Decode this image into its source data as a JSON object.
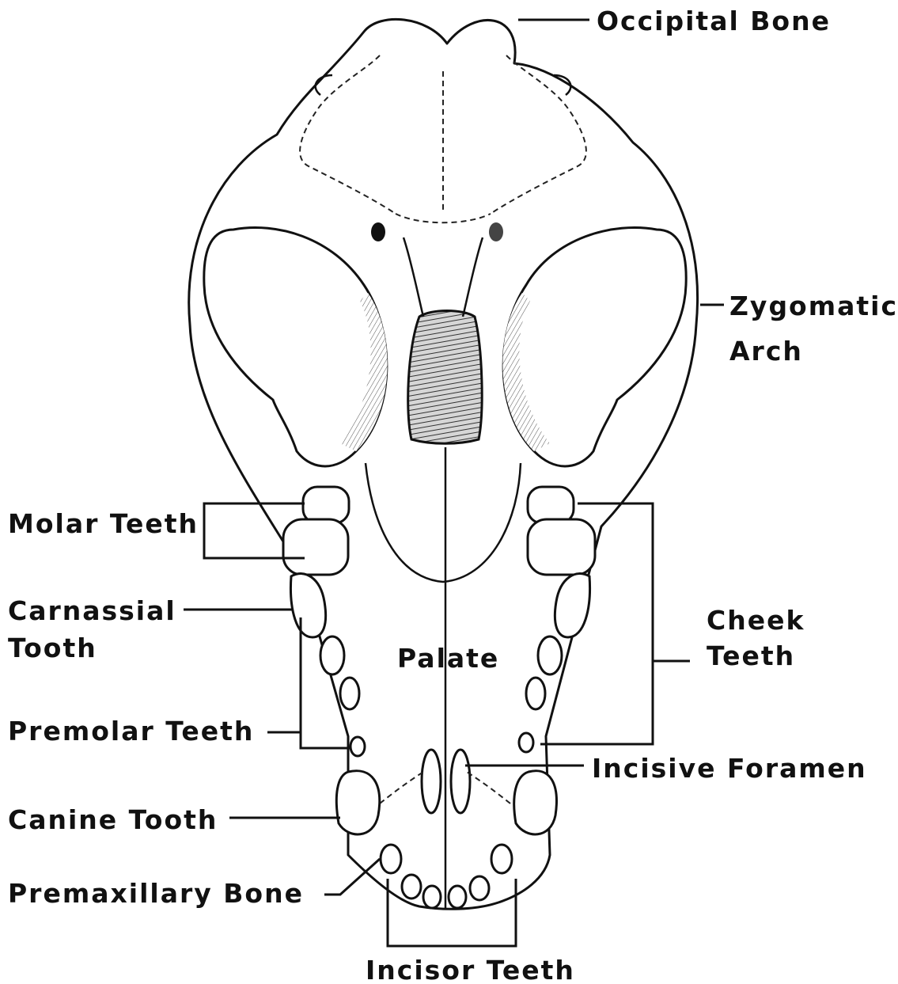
{
  "labels": {
    "occipital_bone": "Occipital Bone",
    "zygomatic_line1": "Zygomatic",
    "zygomatic_line2": "Arch",
    "molar_teeth": "Molar Teeth",
    "carnassial_line1": "Carnassial",
    "carnassial_line2": "Tooth",
    "cheek_line1": "Cheek",
    "cheek_line2": "Teeth",
    "palate": "Palate",
    "premolar_teeth": "Premolar Teeth",
    "incisive_foramen": "Incisive Foramen",
    "canine_tooth": "Canine Tooth",
    "premaxillary_bone": "Premaxillary Bone",
    "incisor_teeth": "Incisor Teeth"
  },
  "colors": {
    "ink": "#111111",
    "background": "#ffffff",
    "nasal_fill": "#9a9a9a"
  }
}
